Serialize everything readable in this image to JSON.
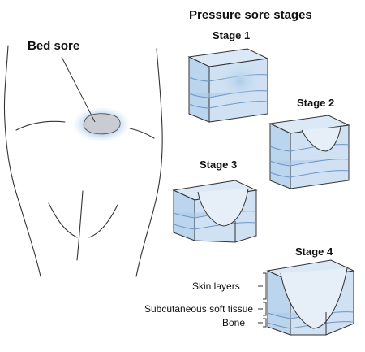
{
  "diagram": {
    "title": "Pressure sore stages",
    "body_label": "Bed sore",
    "stages": [
      {
        "label": "Stage 1"
      },
      {
        "label": "Stage 2"
      },
      {
        "label": "Stage 3"
      },
      {
        "label": "Stage 4"
      }
    ],
    "tissue_labels": {
      "skin": "Skin layers",
      "subcutaneous": "Subcutaneous soft tissue",
      "bone": "Bone"
    }
  },
  "colors": {
    "outline": "#333333",
    "block_top": "#dbe9f6",
    "layer_light": "#cfe1f3",
    "layer_mid": "#a9c8e8",
    "layer_dark": "#7fa9d6",
    "glow": "#9fc3ec",
    "sore": "#c9ccd2"
  }
}
